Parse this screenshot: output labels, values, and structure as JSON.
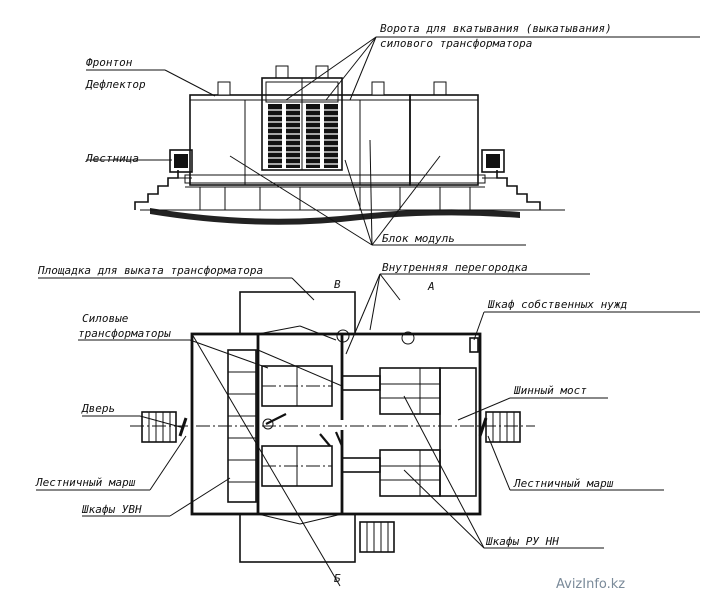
{
  "top_view": {
    "labels": {
      "gate_line1": "Ворота для вкатывания (выкатывания)",
      "gate_line2": "силового трансформатора",
      "pediment": "Фронтон",
      "deflector": "Дефлектор",
      "ladder": "Лестница",
      "block_module": "Блок модуль"
    }
  },
  "plan_view": {
    "labels": {
      "rollout_platform": "Площадка для выката трансформатора",
      "inner_partition": "Внутренняя перегородка",
      "power_transformers_line1": "Силовые",
      "power_transformers_line2": "трансформаторы",
      "aux_cabinet": "Шкаф собственных нужд",
      "bus_bridge": "Шинный мост",
      "door": "Дверь",
      "ladder_march_left": "Лестничный марш",
      "ladder_march_right": "Лестничный марш",
      "hv_cabinets": "Шкафы УВН",
      "lv_cabinets": "Шкафы РУ НН",
      "section_a": "А",
      "section_b_top": "В",
      "section_b_bottom": "Б"
    }
  },
  "watermark": {
    "brand": "AvizInfo.kz"
  }
}
